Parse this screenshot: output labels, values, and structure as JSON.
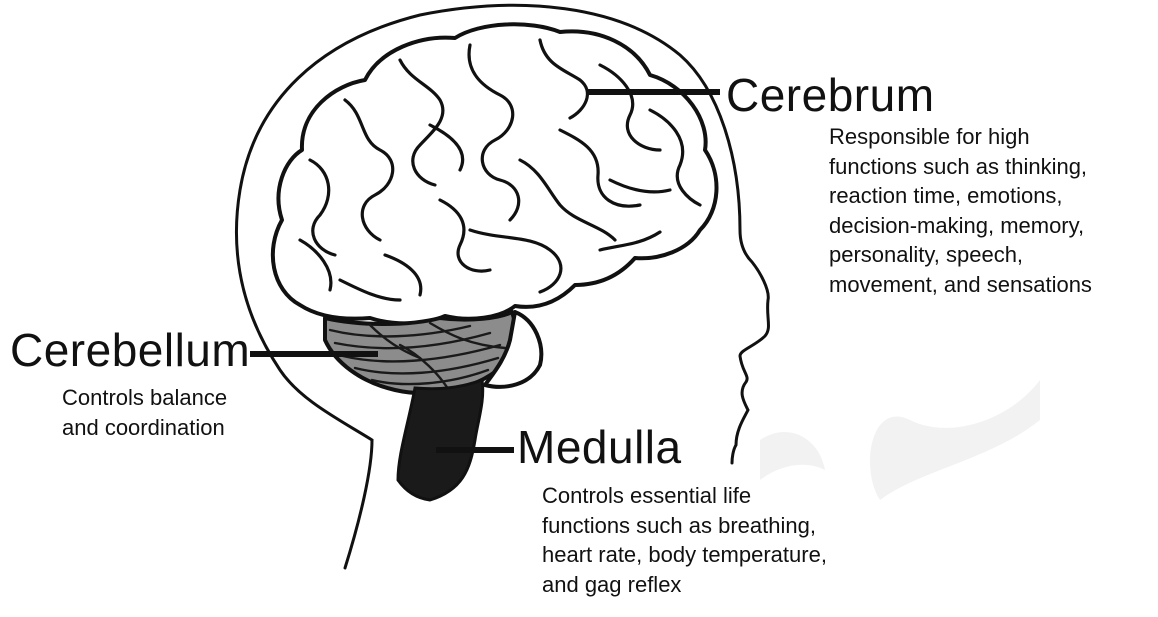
{
  "labels": {
    "cerebrum": {
      "title": "Cerebrum",
      "description": "Responsible for high\nfunctions such as thinking,\nreaction time, emotions,\ndecision-making, memory,\npersonality, speech,\nmovement, and sensations"
    },
    "cerebellum": {
      "title": "Cerebellum",
      "description": "Controls balance\nand coordination"
    },
    "medulla": {
      "title": "Medulla",
      "description": "Controls essential life\nfunctions such as breathing,\nheart rate, body temperature,\nand gag reflex"
    }
  },
  "colors": {
    "outline": "#111111",
    "cerebellum_fill": "#8c8c8c",
    "brainstem_fill": "#1a1a1a",
    "watermark": "#ececec"
  }
}
